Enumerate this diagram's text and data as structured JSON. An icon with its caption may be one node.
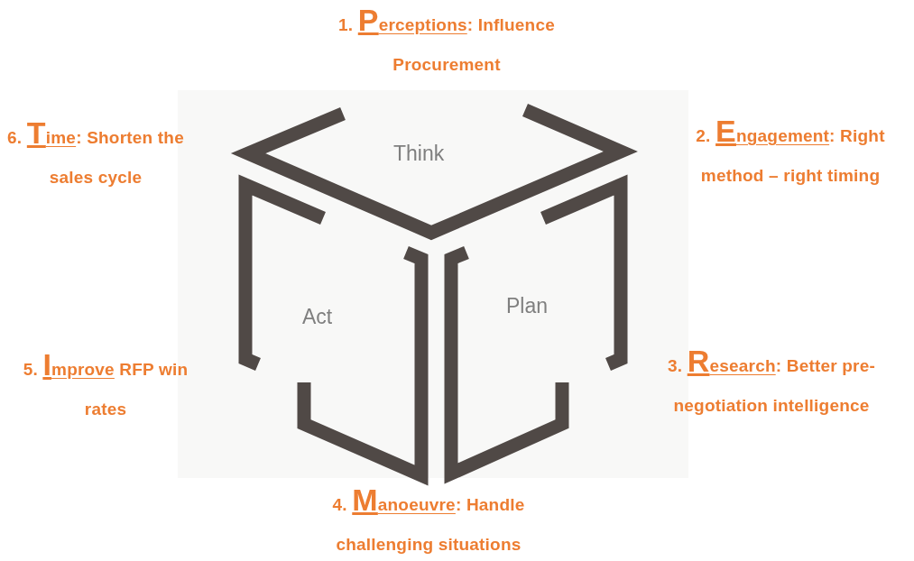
{
  "diagram": {
    "nodes": [
      {
        "text": [
          "Think"
        ]
      },
      {
        "text": [
          "Act"
        ]
      },
      {
        "text": [
          "Plan"
        ]
      }
    ],
    "labels": [
      "1. Perceptions: Influence Procurement",
      "2. Engagement: Right method – right timing",
      "3. Research: Better pre-negotiation intelligence",
      "4. Manoeuvre: Handle challenging situations",
      "5. Improve RFP win rates",
      "6. Time: Shorten the sales cycle"
    ]
  }
}
